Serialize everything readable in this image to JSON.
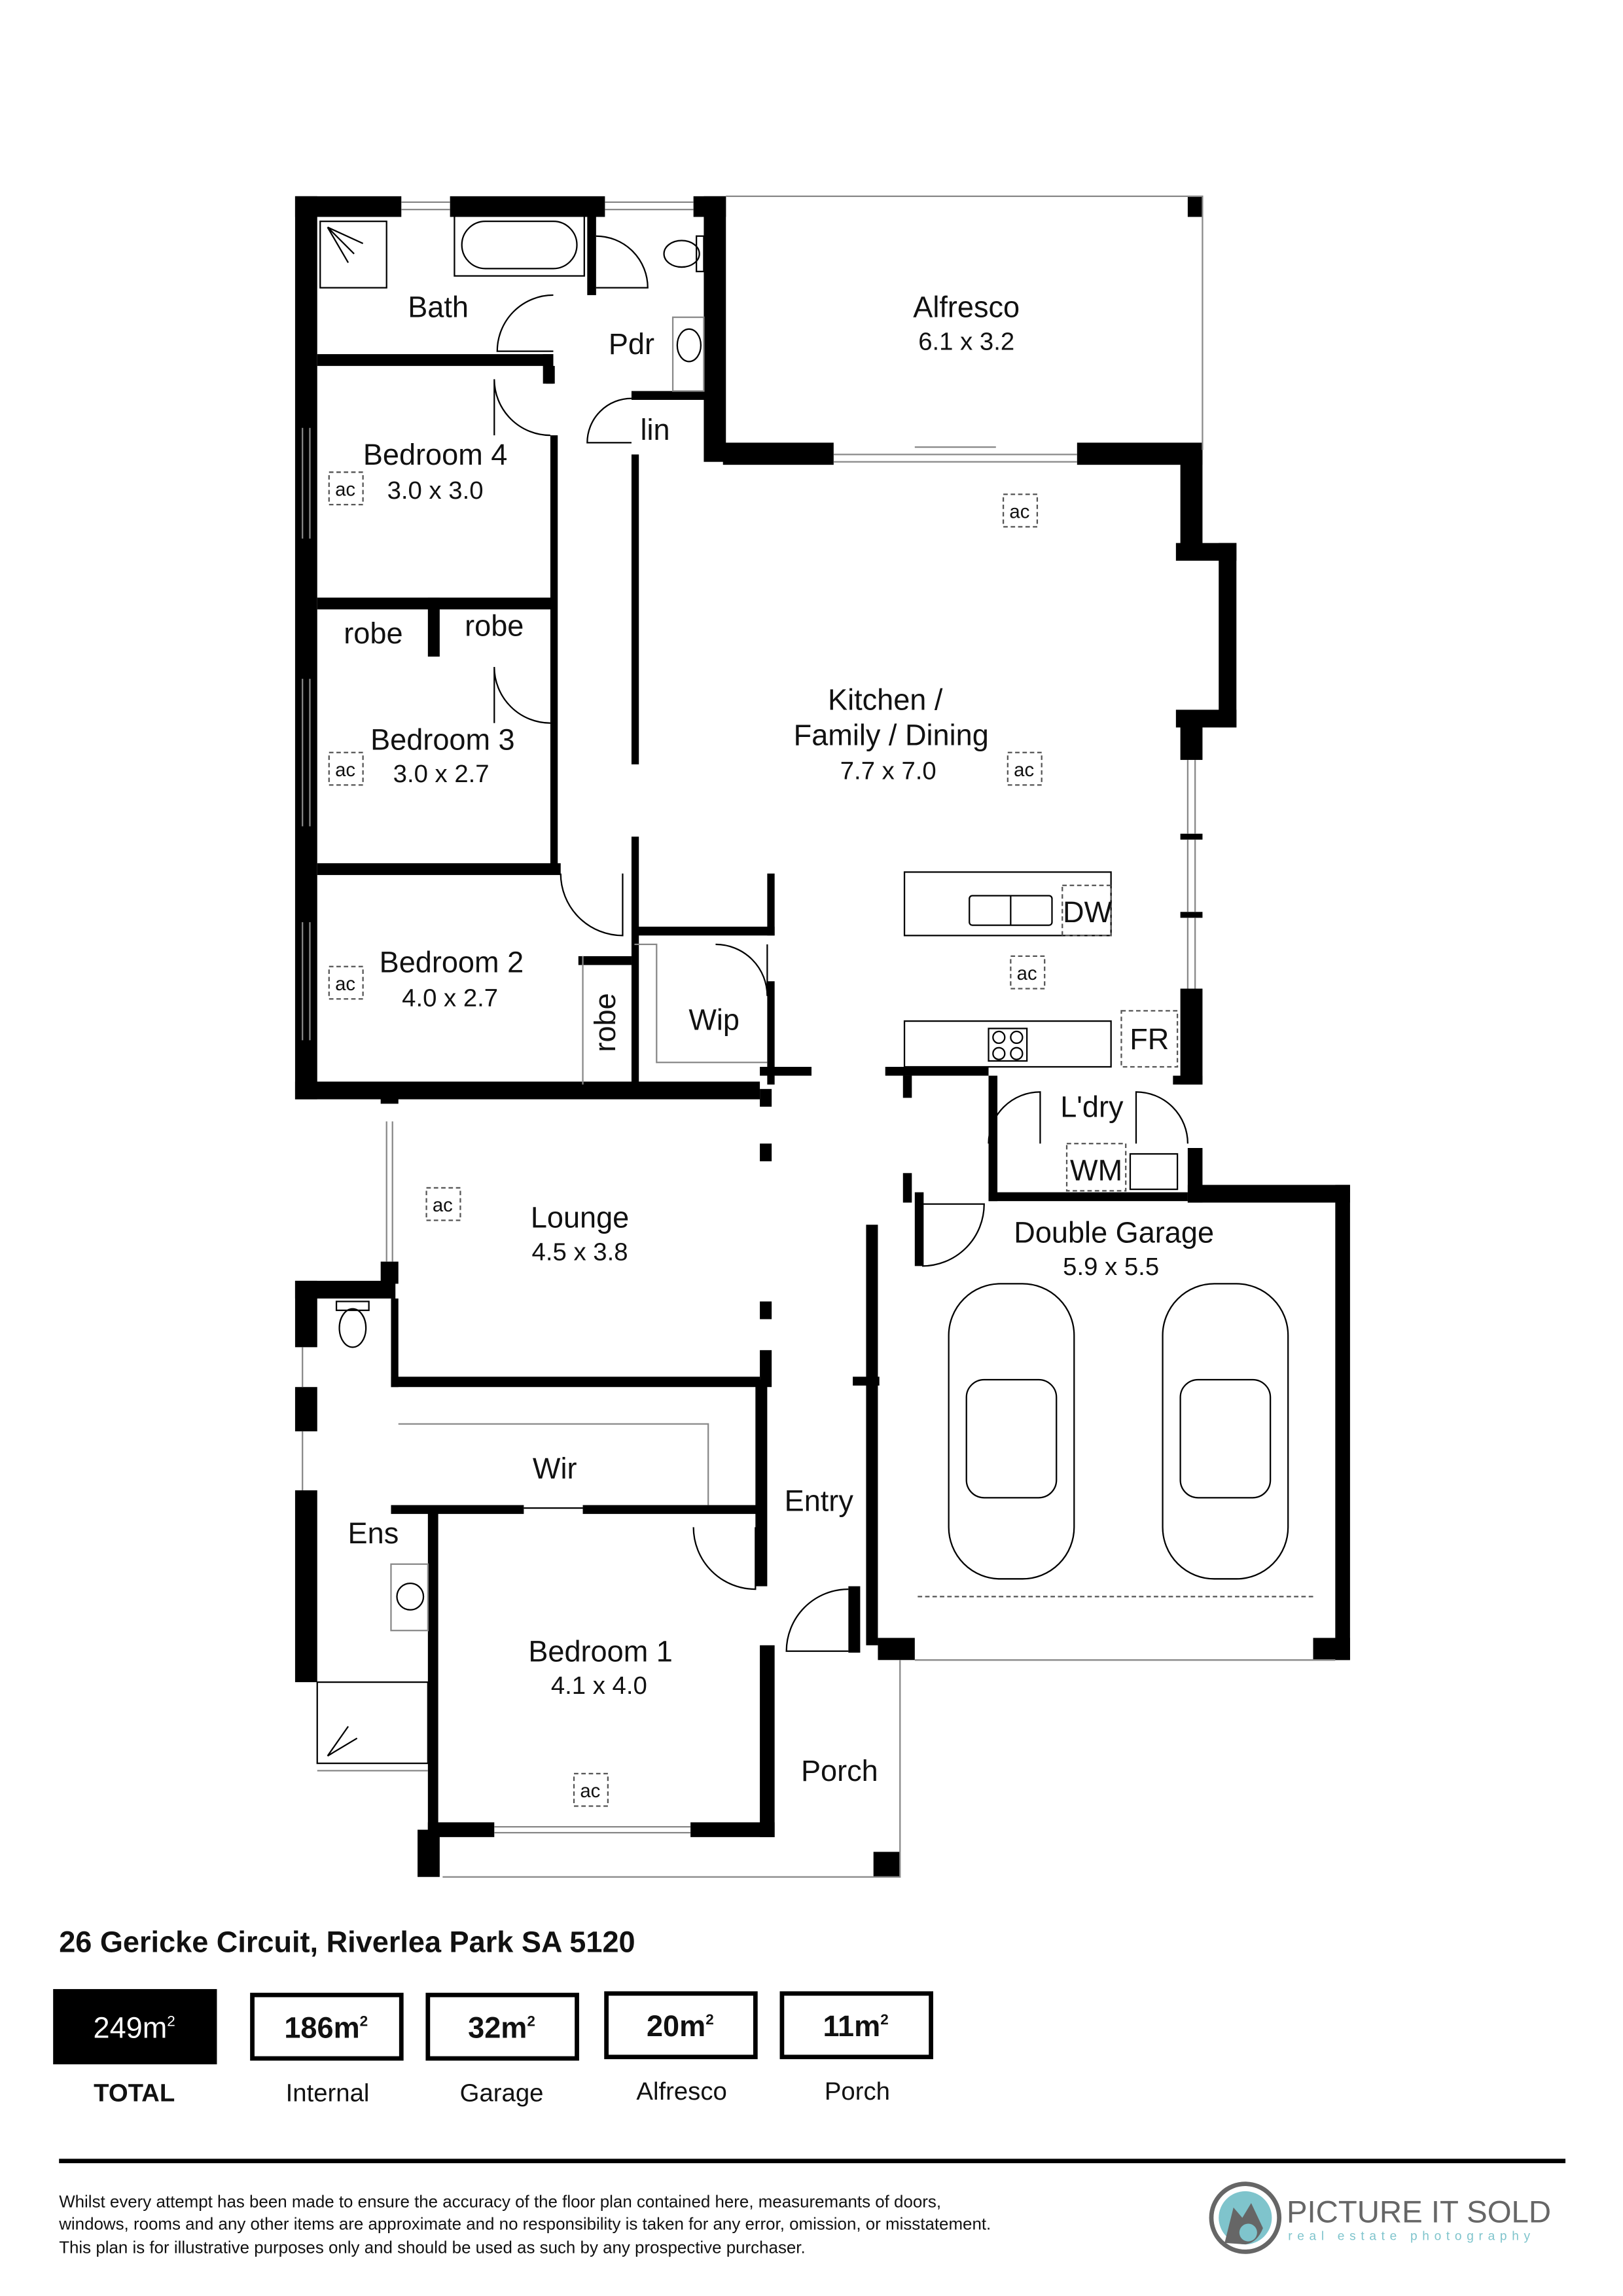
{
  "rooms": {
    "bath": {
      "name": "Bath"
    },
    "pdr": {
      "name": "Pdr"
    },
    "lin": {
      "name": "lin"
    },
    "alfresco": {
      "name": "Alfresco",
      "dims": "6.1 x 3.2"
    },
    "bedroom4": {
      "name": "Bedroom 4",
      "dims": "3.0 x 3.0"
    },
    "robe_a": {
      "name": "robe"
    },
    "robe_b": {
      "name": "robe"
    },
    "robe_c": {
      "name": "robe"
    },
    "bedroom3": {
      "name": "Bedroom 3",
      "dims": "3.0 x 2.7"
    },
    "kitchen": {
      "name_line1": "Kitchen /",
      "name_line2": "Family / Dining",
      "dims": "7.7 x 7.0"
    },
    "bedroom2": {
      "name": "Bedroom 2",
      "dims": "4.0 x 2.7"
    },
    "wip": {
      "name": "Wip"
    },
    "laundry": {
      "name": "L'dry"
    },
    "lounge": {
      "name": "Lounge",
      "dims": "4.5 x 3.8"
    },
    "garage": {
      "name": "Double Garage",
      "dims": "5.9 x 5.5"
    },
    "wir": {
      "name": "Wir"
    },
    "ens": {
      "name": "Ens"
    },
    "entry": {
      "name": "Entry"
    },
    "bedroom1": {
      "name": "Bedroom 1",
      "dims": "4.1 x 4.0"
    },
    "porch": {
      "name": "Porch"
    }
  },
  "fixtures": {
    "ac": "ac",
    "dw": "DW",
    "fr": "FR",
    "wm": "WM"
  },
  "address": "26 Gericke Circuit, Riverlea Park SA 5120",
  "areas": [
    {
      "value": "249m",
      "sup": "2",
      "label": "TOTAL",
      "highlight": true
    },
    {
      "value": "186m",
      "sup": "2",
      "label": "Internal"
    },
    {
      "value": "32m",
      "sup": "2",
      "label": "Garage"
    },
    {
      "value": "20m",
      "sup": "2",
      "label": "Alfresco"
    },
    {
      "value": "11m",
      "sup": "2",
      "label": "Porch"
    }
  ],
  "disclaimer": [
    "Whilst every attempt has been made to ensure the accuracy of the floor plan contained here, measuremants of doors,",
    "windows, rooms and any other items are approximate and no responsibility is taken for any error, omission, or misstatement.",
    "This plan is for illustrative purposes only and should be used as such by any prospective purchaser."
  ],
  "logo": {
    "name": "PICTURE IT SOLD",
    "tagline": "real estate photography",
    "colors": {
      "teal": "#7fc4cc",
      "grey": "#666666"
    }
  }
}
